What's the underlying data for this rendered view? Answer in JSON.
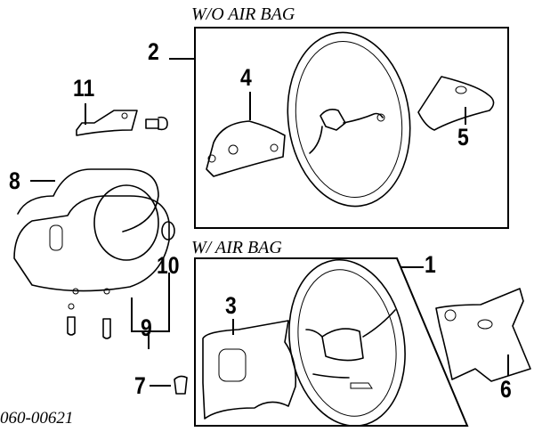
{
  "headings": {
    "without_airbag": "W/O AIR BAG",
    "with_airbag": "W/ AIR BAG"
  },
  "diagram_number": "060-00621",
  "callouts": [
    "1",
    "2",
    "3",
    "4",
    "5",
    "6",
    "7",
    "8",
    "9",
    "10",
    "11"
  ]
}
